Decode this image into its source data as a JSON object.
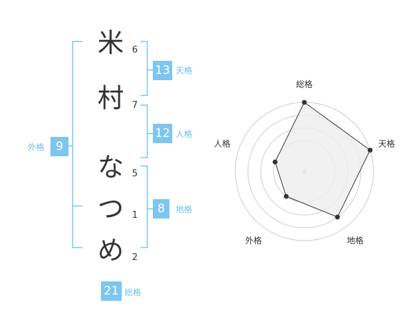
{
  "name": {
    "characters": [
      {
        "char": "米",
        "strokes": 6
      },
      {
        "char": "村",
        "strokes": 7
      },
      {
        "char": "な",
        "strokes": 5
      },
      {
        "char": "つ",
        "strokes": 1
      },
      {
        "char": "め",
        "strokes": 2
      }
    ]
  },
  "fortune": {
    "tenkaku": {
      "value": 13,
      "label": "天格"
    },
    "jinkaku": {
      "value": 12,
      "label": "人格"
    },
    "chikaku": {
      "value": 8,
      "label": "地格"
    },
    "gaikaku": {
      "value": 9,
      "label": "外格"
    },
    "soukaku": {
      "value": 21,
      "label": "総格"
    }
  },
  "colors": {
    "accent": "#7dc6f0",
    "accent_text": "#6bbfe9",
    "text": "#333333",
    "ring": "#cccccc",
    "fill": "#eeeeee"
  },
  "chart_data": {
    "type": "radar",
    "axes": [
      "総格",
      "天格",
      "地格",
      "外格",
      "人格"
    ],
    "values": [
      4,
      4,
      3,
      1,
      1
    ],
    "max": 4,
    "rings": 4
  }
}
